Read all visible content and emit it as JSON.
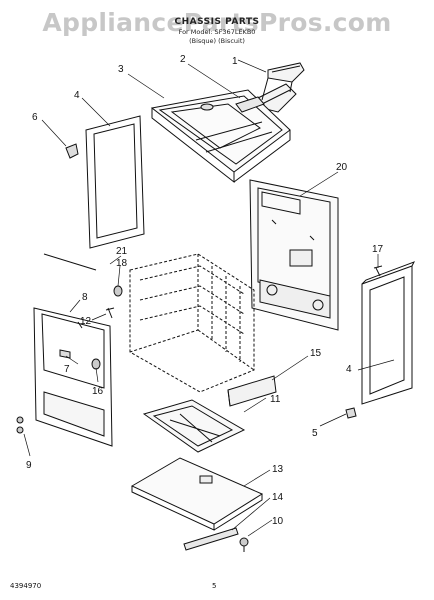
{
  "watermark": "AppliancePartsPros.com",
  "header": {
    "title": "CHASSIS PARTS",
    "line2": "For Model: SF367LEKB0",
    "line3": "(Bisque) (Biscuit)"
  },
  "callouts": [
    {
      "id": "c1",
      "text": "1"
    },
    {
      "id": "c2",
      "text": "2"
    },
    {
      "id": "c3",
      "text": "3"
    },
    {
      "id": "c4a",
      "text": "4"
    },
    {
      "id": "c6",
      "text": "6"
    },
    {
      "id": "c20",
      "text": "20"
    },
    {
      "id": "c21",
      "text": "21"
    },
    {
      "id": "c18",
      "text": "18"
    },
    {
      "id": "c17",
      "text": "17"
    },
    {
      "id": "c8",
      "text": "8"
    },
    {
      "id": "c12",
      "text": "12"
    },
    {
      "id": "c7",
      "text": "7"
    },
    {
      "id": "c16",
      "text": "16"
    },
    {
      "id": "c15",
      "text": "15"
    },
    {
      "id": "c11",
      "text": "11"
    },
    {
      "id": "c4b",
      "text": "4"
    },
    {
      "id": "c5",
      "text": "5"
    },
    {
      "id": "c9",
      "text": "9"
    },
    {
      "id": "c13",
      "text": "13"
    },
    {
      "id": "c14",
      "text": "14"
    },
    {
      "id": "c10",
      "text": "10"
    }
  ],
  "footer": {
    "doc_number": "4394970",
    "page_number": "5"
  }
}
